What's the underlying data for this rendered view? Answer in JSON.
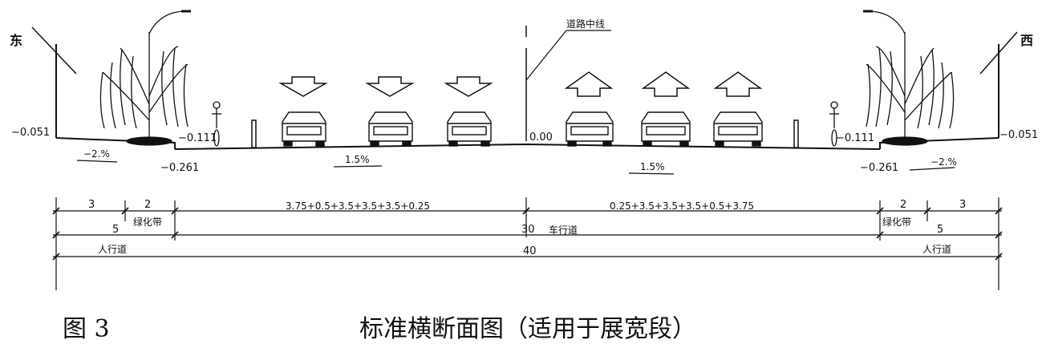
{
  "directions": {
    "east": "东",
    "west": "西"
  },
  "centerline_label": "道路中线",
  "elevations": {
    "left_edge": "−0.051",
    "left_curb_top": "−0.111",
    "left_curb_bottom": "−0.261",
    "center": "0.00",
    "right_curb_top": "−0.111",
    "right_curb_bottom": "−0.261",
    "right_edge": "−0.051"
  },
  "slopes": {
    "left_sidewalk": "−2.%",
    "left_carriageway": "1.5%",
    "right_carriageway": "1.5%",
    "right_sidewalk": "−2.%"
  },
  "dimensions": {
    "row1": {
      "left_sidewalk": "3",
      "left_green": "2",
      "left_lanes": "3.75+0.5+3.5+3.5+3.5+0.25",
      "right_lanes": "0.25+3.5+3.5+3.5+0.5+3.75",
      "right_green": "2",
      "right_sidewalk": "3"
    },
    "green_belt": "绿化带",
    "row2": {
      "left": "5",
      "center": "30",
      "right": "5"
    },
    "carriageway": "车行道",
    "sidewalk": "人行道",
    "total": "40"
  },
  "caption": {
    "figure": "图 3",
    "title": "标准横断面图（适用于展宽段）"
  }
}
